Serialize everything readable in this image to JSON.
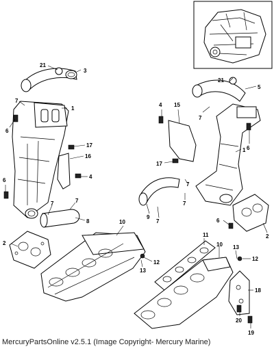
{
  "footer_text": "MercuryPartsOnline v2.5.1 (Image Copyright- Mercury Marine)",
  "callouts": {
    "c1a": "1",
    "c1b": "1",
    "c2a": "2",
    "c2b": "2",
    "c3": "3",
    "c4a": "4",
    "c4b": "4",
    "c5": "5",
    "c6a": "6",
    "c6b": "6",
    "c6c": "6",
    "c6d": "6",
    "c7a": "7",
    "c7b": "7",
    "c7c": "7",
    "c7d": "7",
    "c7e": "7",
    "c7f": "7",
    "c7g": "7",
    "c8": "8",
    "c9": "9",
    "c10a": "10",
    "c10b": "10",
    "c11": "11",
    "c12a": "12",
    "c12b": "12",
    "c13a": "13",
    "c13b": "13",
    "c15": "15",
    "c16": "16",
    "c17a": "17",
    "c17b": "17",
    "c18": "18",
    "c19": "19",
    "c20": "20",
    "c21a": "21",
    "c21b": "21"
  }
}
